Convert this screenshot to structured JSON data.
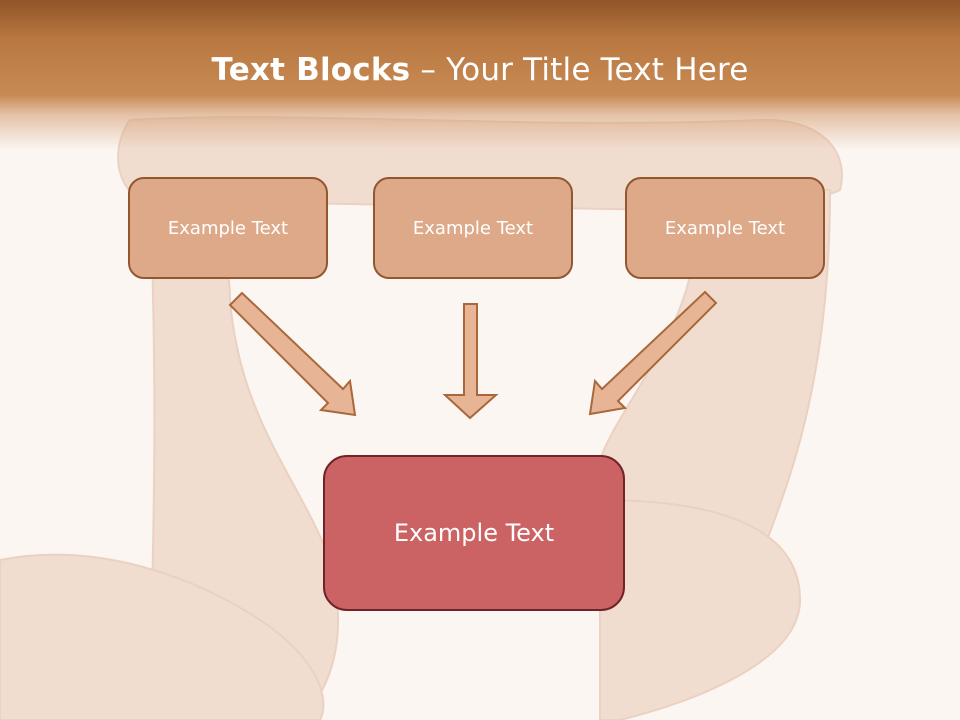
{
  "slide": {
    "title_bold": "Text Blocks",
    "title_dash": " – ",
    "title_rest": "Your Title Text Here"
  },
  "blocks": [
    {
      "label": "Example Text"
    },
    {
      "label": "Example Text"
    },
    {
      "label": "Example Text"
    }
  ],
  "target": {
    "label": "Example Text"
  },
  "colors": {
    "header": "#b97840",
    "block_fill": "#dea988",
    "block_border": "#93572f",
    "target_fill": "#cb6264",
    "target_border": "#6f2426",
    "arrow_fill": "#e7b595",
    "arrow_stroke": "#a8683b"
  },
  "background": {
    "image": "hands-photo"
  }
}
